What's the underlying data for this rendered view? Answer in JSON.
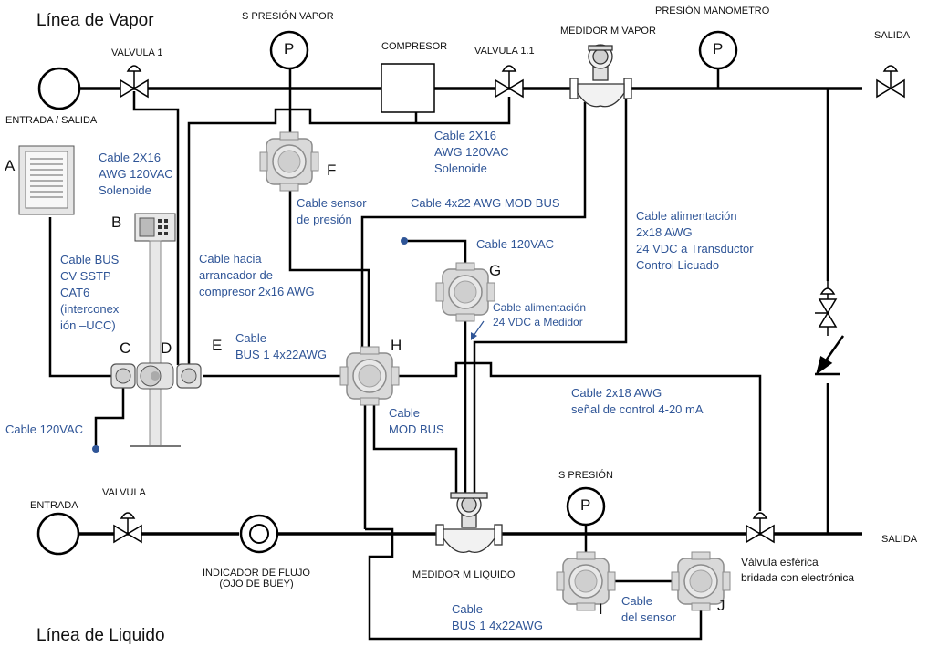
{
  "titles": {
    "vapor_line": "Línea de Vapor",
    "liquid_line": "Línea de Liquido"
  },
  "components": {
    "entrada_salida": "ENTRADA / SALIDA",
    "valvula_1": "VALVULA 1",
    "s_presion_vapor": "S PRESIÓN VAPOR",
    "compresor": "COMPRESOR",
    "valvula_1_1": "VALVULA 1.1",
    "medidor_m_vapor": "MEDIDOR M VAPOR",
    "presion_manometro": "PRESIÓN MANOMETRO",
    "salida_top": "SALIDA",
    "entrada": "ENTRADA",
    "valvula": "VALVULA",
    "indicador_flujo": [
      "INDICADOR DE FLUJO",
      "(OJO DE BUEY)"
    ],
    "medidor_m_liquido": "MEDIDOR M LIQUIDO",
    "s_presion": "S PRESIÓN",
    "salida_bottom": "SALIDA",
    "valvula_esferica": [
      "Válvula esférica",
      "bridada con electrónica"
    ],
    "pressure_gauge_symbol": "P"
  },
  "letters": {
    "A": "A",
    "B": "B",
    "C": "C",
    "D": "D",
    "E": "E",
    "F": "F",
    "G": "G",
    "H": "H",
    "I": "I",
    "J": "J"
  },
  "cables": {
    "solenoide_a": [
      "Cable 2X16",
      "AWG 120VAC",
      "Solenoide"
    ],
    "solenoide_b": [
      "Cable 2X16",
      "AWG 120VAC",
      "Solenoide"
    ],
    "sensor_presion": [
      "Cable sensor",
      "de presión"
    ],
    "modbus_4x22": "Cable 4x22 AWG MOD BUS",
    "alim_transductor": [
      "Cable alimentación",
      "2x18 AWG",
      "24 VDC a Transductor",
      "Control Licuado"
    ],
    "cable_120vac_g": "Cable 120VAC",
    "bus_cv": [
      "Cable BUS",
      "CV  SSTP",
      "CAT6",
      "(interconex",
      "ión –UCC)"
    ],
    "arrancador": [
      "Cable hacia",
      "arrancador de",
      "compresor 2x16 AWG"
    ],
    "alim_medidor": [
      "Cable alimentación",
      "24 VDC a Medidor"
    ],
    "bus1_top": [
      "Cable",
      "BUS 1 4x22AWG"
    ],
    "cable_120vac_left": "Cable 120VAC",
    "control_4_20": [
      "Cable 2x18 AWG",
      "señal de control 4-20 mA"
    ],
    "modbus_h": [
      "Cable",
      "MOD BUS"
    ],
    "bus1_bottom": [
      "Cable",
      "BUS 1 4x22AWG"
    ],
    "sensor_ij": [
      "Cable",
      "del sensor"
    ]
  },
  "colors": {
    "line": "#000000",
    "annotation": "#2f5597",
    "device_fill": "#d9d9d9",
    "device_stroke": "#8c8c8c"
  }
}
